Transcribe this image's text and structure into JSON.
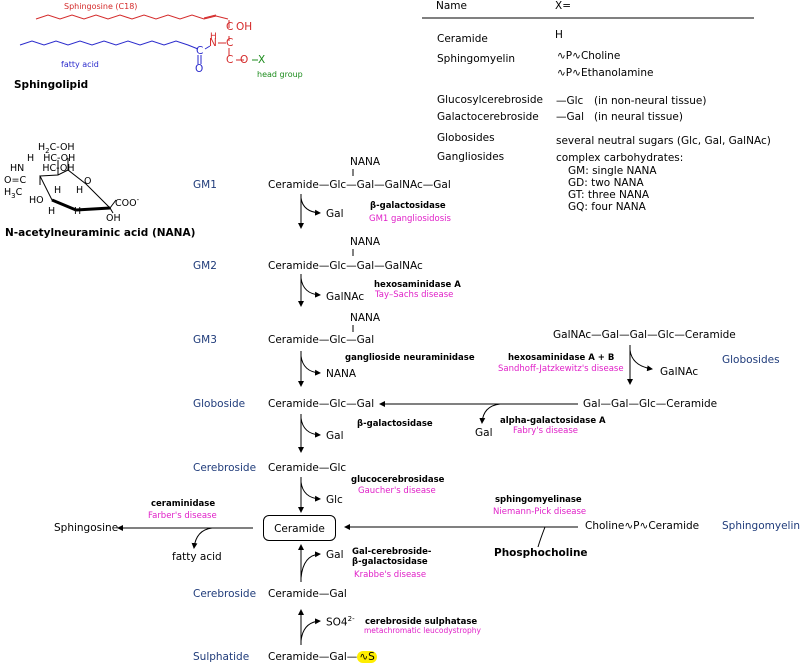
{
  "sphingolipid": {
    "sphingosine_label": "Sphingosine (C18)",
    "fatty_acid_label": "fatty acid",
    "head_group_label": "head group",
    "title": "Sphingolipid",
    "oh": "OH",
    "h": "H",
    "n": "N",
    "c": "C",
    "o": "O",
    "x": "X"
  },
  "nana": {
    "title": "N-acetylneuraminic acid (NANA)"
  },
  "table": {
    "header_name": "Name",
    "header_x": "X=",
    "rows": [
      {
        "name": "Ceramide",
        "x": "H"
      },
      {
        "name": "Sphingomyelin",
        "x1": "Choline",
        "x2": "Ethanolamine"
      },
      {
        "name": "Glucosylcerebroside",
        "x": "—Glc",
        "note": "(in non-neural tissue)"
      },
      {
        "name": "Galactocerebroside",
        "x": "—Gal",
        "note": "(in neural tissue)"
      },
      {
        "name": "Globosides",
        "x": "several neutral sugars (Glc, Gal, GalNAc)"
      },
      {
        "name": "Gangliosides",
        "x": "complex carbohydrates:",
        "sub": [
          "GM: single NANA",
          "GD: two NANA",
          "GT: three NANA",
          "GQ: four NANA"
        ]
      }
    ]
  },
  "pathway": {
    "gm1": {
      "label": "GM1",
      "formula": "Ceramide—Glc—Gal—GalNAc—Gal",
      "nana": "NANA"
    },
    "step1": {
      "product": "Gal",
      "enzyme": "β-galactosidase",
      "disease": "GM1 gangliosidosis"
    },
    "gm2": {
      "label": "GM2",
      "formula": "Ceramide—Glc—Gal—GalNAc",
      "nana": "NANA"
    },
    "step2": {
      "product": "GalNAc",
      "enzyme": "hexosaminidase A",
      "disease": "Tay–Sachs disease"
    },
    "gm3": {
      "label": "GM3",
      "formula": "Ceramide—Glc—Gal",
      "nana": "NANA"
    },
    "step3": {
      "product": "NANA",
      "enzyme": "ganglioside neuraminidase"
    },
    "globosides": {
      "label": "Globosides",
      "formula": "GalNAc—Gal—Gal—Glc—Ceramide"
    },
    "step_glob": {
      "product": "GalNAc",
      "enzyme": "hexosaminidase A + B",
      "disease": "Sandhoff-Jatzkewitz's disease"
    },
    "glob_int": {
      "formula": "Gal—Gal—Glc—Ceramide"
    },
    "step_fabry": {
      "product": "Gal",
      "enzyme": "alpha-galactosidase A",
      "disease": "Fabry's disease"
    },
    "globoside": {
      "label": "Globoside",
      "formula": "Ceramide—Glc—Gal"
    },
    "step4": {
      "product": "Gal",
      "enzyme": "β-galactosidase"
    },
    "cerebroside1": {
      "label": "Cerebroside",
      "formula": "Ceramide—Glc"
    },
    "step5": {
      "product": "Glc",
      "enzyme": "glucocerebrosidase",
      "disease": "Gaucher's disease"
    },
    "ceramide": {
      "label": "Ceramide"
    },
    "ceraminidase": {
      "enzyme": "ceraminidase",
      "disease": "Farber's disease",
      "sphingosine": "Sphingosine",
      "fatty_acid": "fatty acid"
    },
    "sphingomyelin": {
      "label": "Sphingomyelin",
      "formula_a": "Choline",
      "formula_b": "Ceramide",
      "enzyme": "sphingomyelinase",
      "disease": "Niemann-Pick disease",
      "product": "Phosphocholine"
    },
    "step6": {
      "product": "Gal",
      "enzyme_line1": "Gal-cerebroside-",
      "enzyme_line2": "β-galactosidase",
      "disease": "Krabbe's disease"
    },
    "cerebroside2": {
      "label": "Cerebroside",
      "formula": "Ceramide—Gal"
    },
    "step7": {
      "product": "SO4",
      "charge": "2-",
      "enzyme": "cerebroside sulphatase",
      "disease": "metachromatic leucodystrophy"
    },
    "sulphatide": {
      "label": "Sulphatide",
      "formula": "Ceramide—Gal—",
      "s": "S"
    }
  }
}
